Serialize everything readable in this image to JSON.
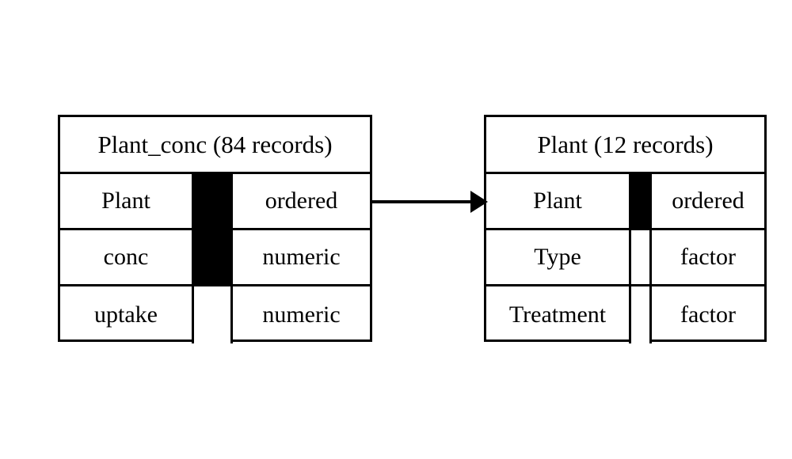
{
  "diagram": {
    "kind": "entity-relationship-diagram",
    "background_color": "#ffffff",
    "line_color": "#000000",
    "key_fill_color": "#000000"
  },
  "tables": [
    {
      "id": "plant_conc",
      "title": "Plant_conc (84 records)",
      "name": "Plant_conc",
      "record_count": "84 records",
      "fields": [
        {
          "name": "Plant",
          "type": "ordered",
          "key": true
        },
        {
          "name": "conc",
          "type": "numeric",
          "key": true
        },
        {
          "name": "uptake",
          "type": "numeric",
          "key": false
        }
      ]
    },
    {
      "id": "plant",
      "title": "Plant (12 records)",
      "name": "Plant",
      "record_count": "12 records",
      "fields": [
        {
          "name": "Plant",
          "type": "ordered",
          "key": true
        },
        {
          "name": "Type",
          "type": "factor",
          "key": false
        },
        {
          "name": "Treatment",
          "type": "factor",
          "key": false
        }
      ]
    }
  ],
  "relationship": {
    "name": "plant-conc-to-plant-link",
    "from_table": "Plant_conc",
    "from_field": "Plant",
    "to_table": "Plant",
    "to_field": "Plant",
    "direction": "right",
    "marker": "solid-arrowhead"
  }
}
